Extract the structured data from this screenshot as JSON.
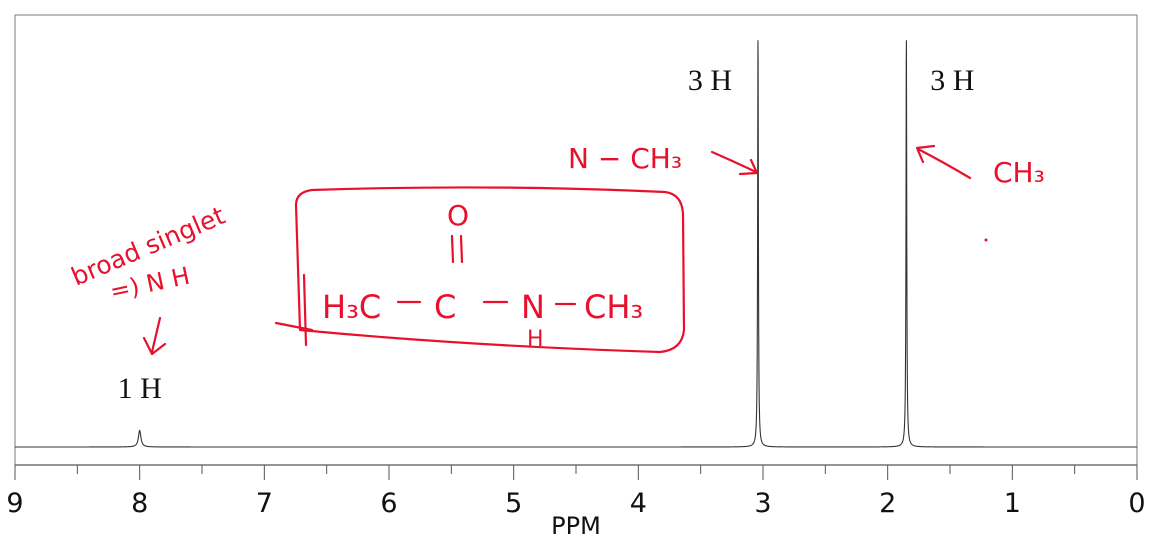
{
  "chart_data": {
    "type": "line",
    "xlabel": "PPM",
    "title": "",
    "x_reversed": true,
    "xlim": [
      9,
      0
    ],
    "xticks": [
      9,
      8,
      7,
      6,
      5,
      4,
      3,
      2,
      1,
      0
    ],
    "xtick_labels": [
      "9",
      "8",
      "7",
      "6",
      "5",
      "4",
      "3",
      "2",
      "1",
      "0"
    ],
    "grid": false,
    "peaks": [
      {
        "ppm": 8.0,
        "relative_height": 0.04,
        "label": "1 H"
      },
      {
        "ppm": 3.04,
        "relative_height": 1.0,
        "label": "3 H"
      },
      {
        "ppm": 1.85,
        "relative_height": 1.0,
        "label": "3 H"
      }
    ]
  },
  "annotations": {
    "nh_note_line1": "broad singlet",
    "nh_note_line2": "=) N H",
    "n_methyl_label": "N − CH₃",
    "c_methyl_label": "CH₃",
    "structure": {
      "oxygen": "O",
      "left_methyl": "H₃C",
      "carbonyl_carbon": "C",
      "nitrogen": "N",
      "amide_hydrogen": "H",
      "right_methyl": "CH₃"
    }
  }
}
